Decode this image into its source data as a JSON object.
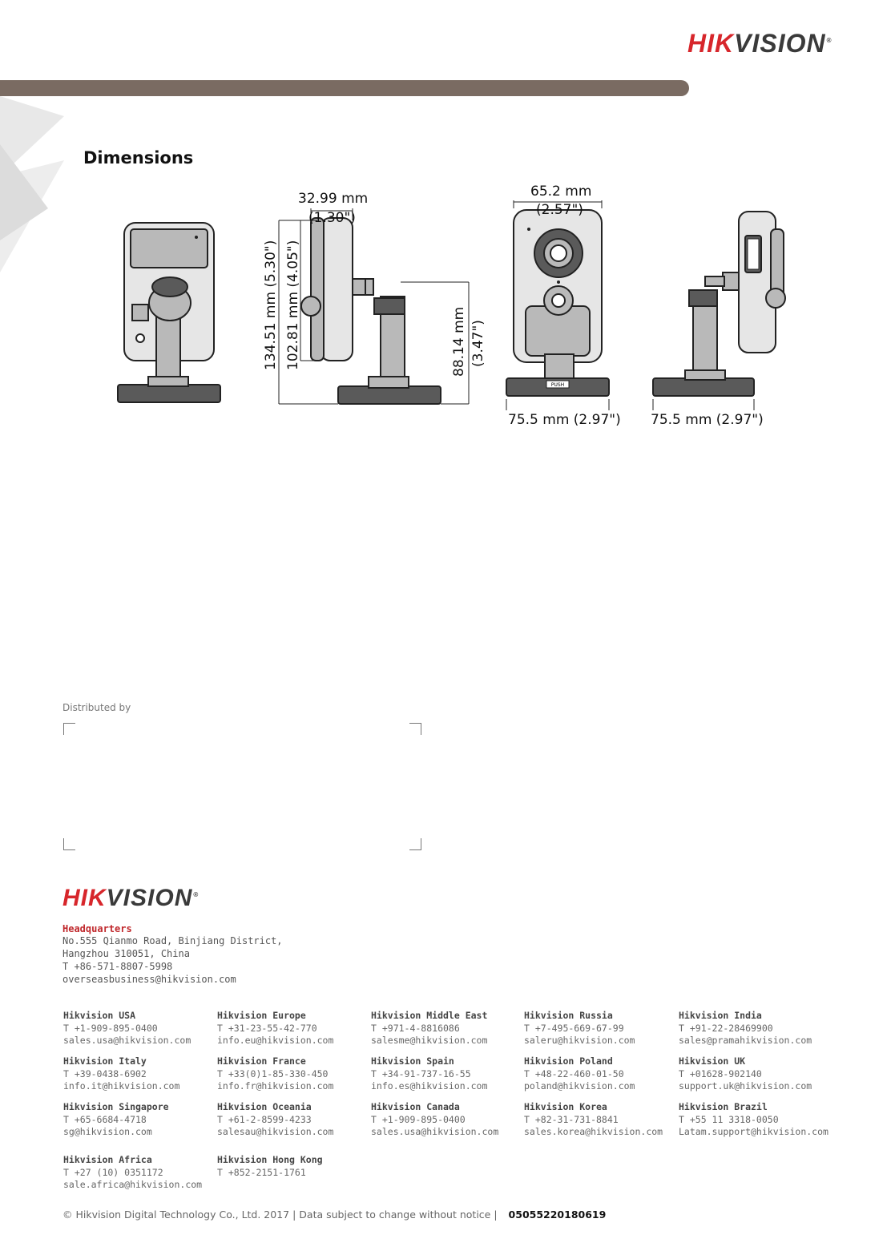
{
  "brand": {
    "logo_red": "HIK",
    "logo_grey": "VISION",
    "logo_reg": "®",
    "accent": "#d7262b",
    "band_color": "#7a6b62"
  },
  "section": {
    "title": "Dimensions"
  },
  "dimensions": {
    "depth": "32.99 mm",
    "depth_in": "(1.30\")",
    "total_height": "134.51 mm (5.30\")",
    "body_height": "102.81 mm (4.05\")",
    "stand_height": "88.14 mm",
    "stand_height_in": "(3.47\")",
    "front_width": "65.2 mm",
    "front_width_in": "(2.57\")",
    "base_width_front": "75.5 mm (2.97\")",
    "base_width_side": "75.5 mm (2.97\")",
    "push_label": "PUSH"
  },
  "distributor": {
    "label": "Distributed by"
  },
  "headquarters": {
    "label": "Headquarters",
    "lines": [
      "No.555 Qianmo Road, Binjiang District,",
      "Hangzhou 310051, China",
      "T +86-571-8807-5998",
      "overseasbusiness@hikvision.com"
    ]
  },
  "offices": [
    {
      "name": "Hikvision USA",
      "phone": "T +1-909-895-0400",
      "email": "sales.usa@hikvision.com"
    },
    {
      "name": "Hikvision Europe",
      "phone": "T +31-23-55-42-770",
      "email": "info.eu@hikvision.com"
    },
    {
      "name": "Hikvision Middle East",
      "phone": "T +971-4-8816086",
      "email": "salesme@hikvision.com"
    },
    {
      "name": "Hikvision Russia",
      "phone": "T +7-495-669-67-99",
      "email": "saleru@hikvision.com"
    },
    {
      "name": "Hikvision India",
      "phone": "T +91-22-28469900",
      "email": "sales@pramahikvision.com"
    },
    {
      "name": "Hikvision Italy",
      "phone": "T +39-0438-6902",
      "email": "info.it@hikvision.com"
    },
    {
      "name": "Hikvision France",
      "phone": "T +33(0)1-85-330-450",
      "email": "info.fr@hikvision.com"
    },
    {
      "name": "Hikvision Spain",
      "phone": "T +34-91-737-16-55",
      "email": "info.es@hikvision.com"
    },
    {
      "name": "Hikvision Poland",
      "phone": "T +48-22-460-01-50",
      "email": "poland@hikvision.com"
    },
    {
      "name": "Hikvision UK",
      "phone": "T +01628-902140",
      "email": "support.uk@hikvision.com"
    },
    {
      "name": "Hikvision Singapore",
      "phone": "T +65-6684-4718",
      "email": "sg@hikvision.com"
    },
    {
      "name": "Hikvision Oceania",
      "phone": "T +61-2-8599-4233",
      "email": "salesau@hikvision.com"
    },
    {
      "name": "Hikvision Canada",
      "phone": "T +1-909-895-0400",
      "email": "sales.usa@hikvision.com"
    },
    {
      "name": "Hikvision Korea",
      "phone": "T +82-31-731-8841",
      "email": "sales.korea@hikvision.com"
    },
    {
      "name": "Hikvision Brazil",
      "phone": "T +55 11 3318-0050",
      "email": "Latam.support@hikvision.com"
    },
    {
      "name": "Hikvision Africa",
      "phone": "T +27 (10) 0351172",
      "email": "sale.africa@hikvision.com"
    },
    {
      "name": "Hikvision Hong Kong",
      "phone": "T +852-2151-1761",
      "email": ""
    }
  ],
  "footer": {
    "copyright": "© Hikvision Digital Technology Co., Ltd. 2017 | Data subject to change without notice |",
    "code": "05055220180619"
  }
}
